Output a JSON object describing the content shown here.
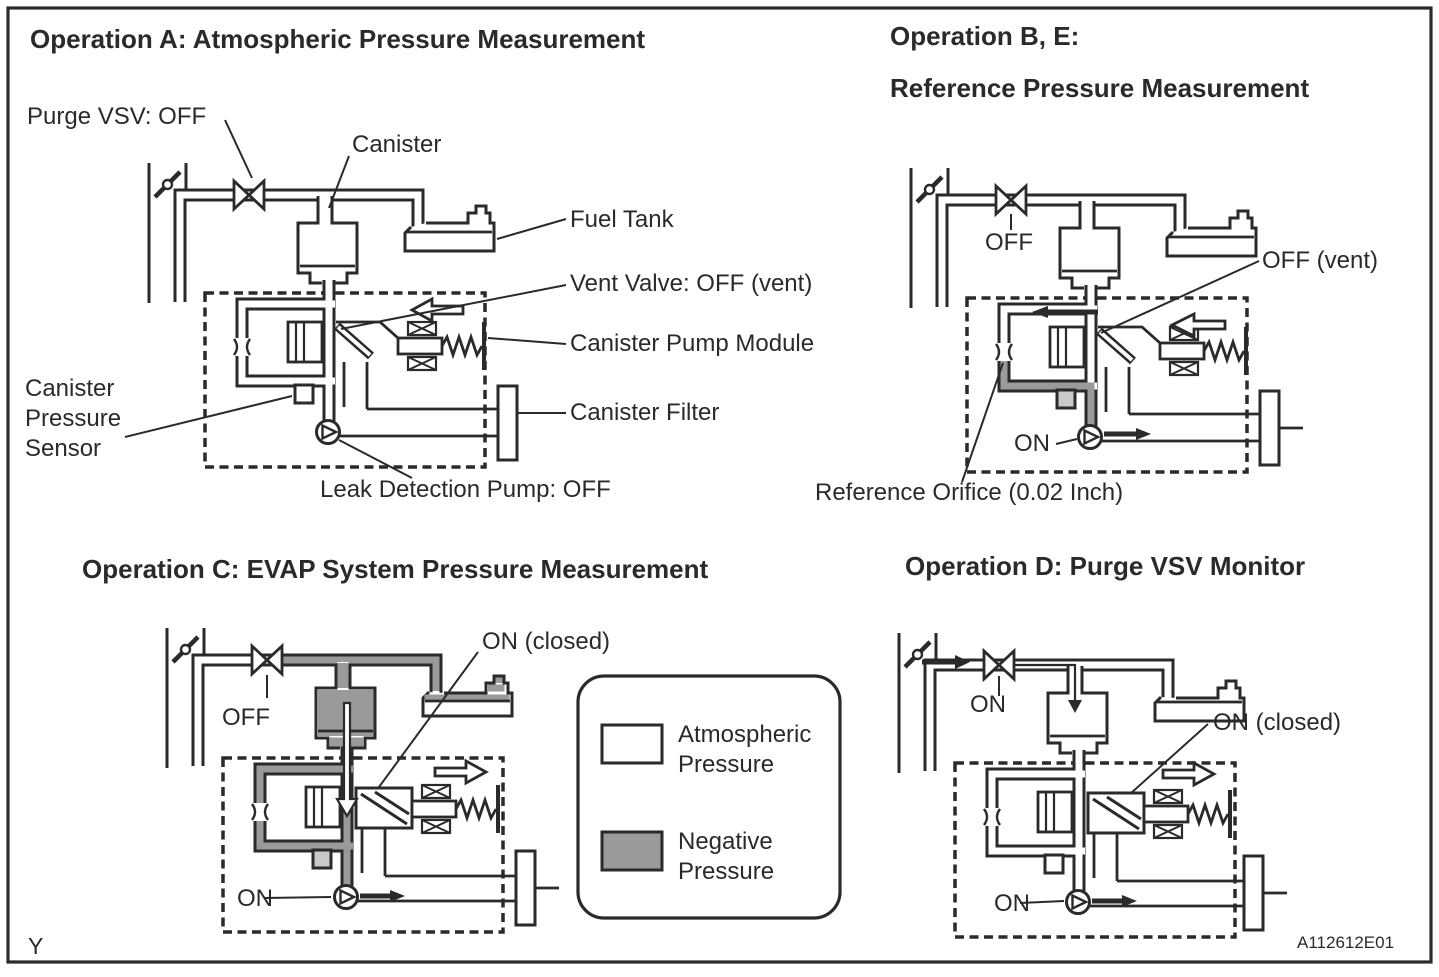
{
  "figure": {
    "id": "A112612E01",
    "corner_mark": "Y"
  },
  "colors": {
    "line": "#2a2a2a",
    "negative_pressure": "#9a9a9a",
    "sensor_gray": "#c9c9c9"
  },
  "legend": {
    "atmospheric_line1": "Atmospheric",
    "atmospheric_line2": "Pressure",
    "negative_line1": "Negative",
    "negative_line2": "Pressure"
  },
  "panels": {
    "a": {
      "title": "Operation A: Atmospheric Pressure Measurement",
      "labels": {
        "purge_vsv": "Purge VSV: OFF",
        "canister": "Canister",
        "fuel_tank": "Fuel Tank",
        "vent_valve": "Vent Valve: OFF (vent)",
        "pump_module": "Canister Pump Module",
        "canister_filter": "Canister Filter",
        "sensor_line1": "Canister",
        "sensor_line2": "Pressure",
        "sensor_line3": "Sensor",
        "leak_pump": "Leak Detection Pump: OFF"
      }
    },
    "b": {
      "title_line1": "Operation B, E:",
      "title_line2": "Reference Pressure Measurement",
      "labels": {
        "purge_vsv": "OFF",
        "vent_valve": "OFF (vent)",
        "pump": "ON",
        "orifice": "Reference Orifice (0.02 Inch)"
      }
    },
    "c": {
      "title": "Operation C: EVAP System Pressure Measurement",
      "labels": {
        "purge_vsv": "OFF",
        "vent_valve": "ON (closed)",
        "pump": "ON"
      }
    },
    "d": {
      "title": "Operation D: Purge VSV Monitor",
      "labels": {
        "purge_vsv": "ON",
        "vent_valve": "ON (closed)",
        "pump": "ON"
      }
    }
  }
}
